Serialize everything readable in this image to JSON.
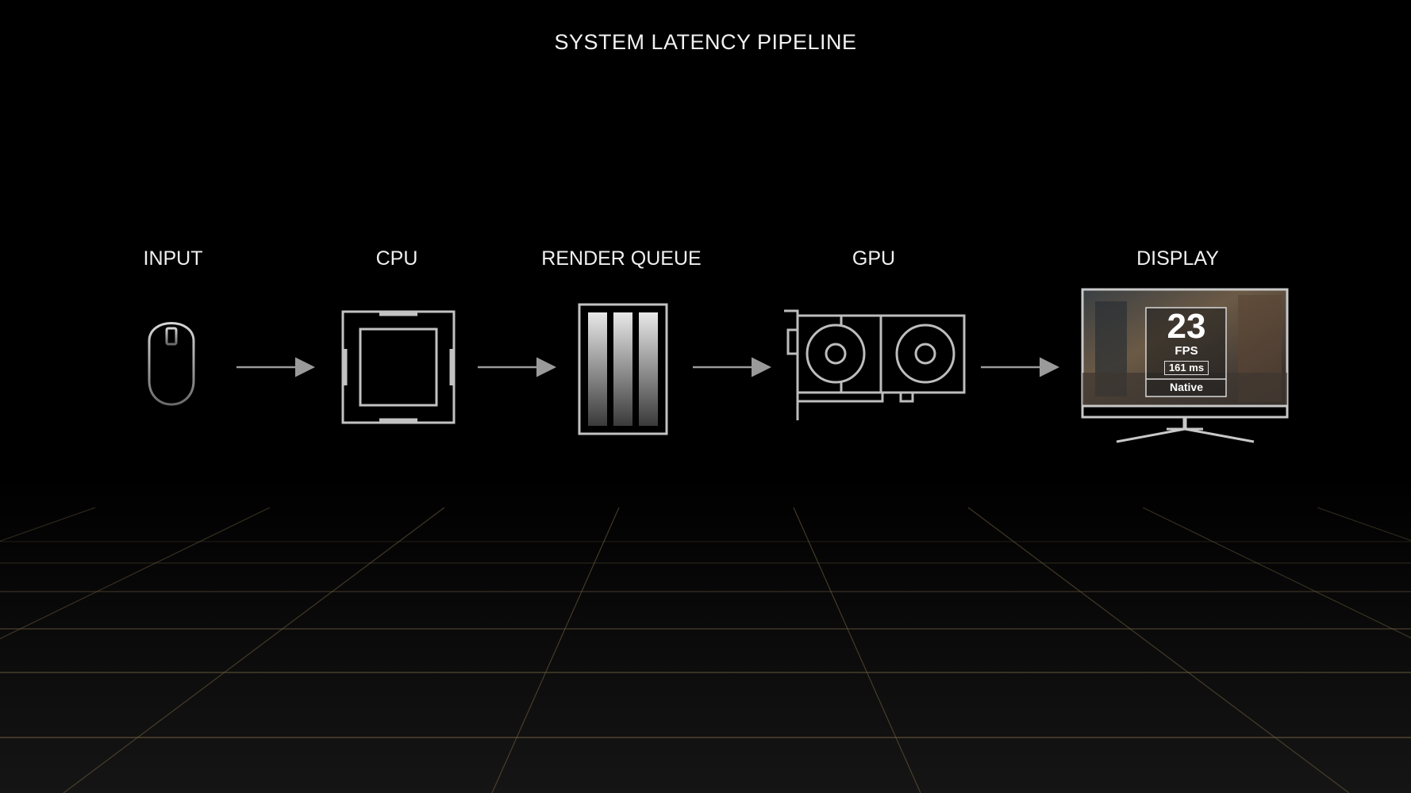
{
  "title": "SYSTEM LATENCY PIPELINE",
  "stages": [
    {
      "label": "INPUT",
      "icon": "mouse-icon"
    },
    {
      "label": "CPU",
      "icon": "cpu-chip-icon"
    },
    {
      "label": "RENDER QUEUE",
      "icon": "render-queue-icon"
    },
    {
      "label": "GPU",
      "icon": "graphics-card-icon"
    },
    {
      "label": "DISPLAY",
      "icon": "monitor-icon"
    }
  ],
  "display_overlay": {
    "fps_value": "23",
    "fps_label": "FPS",
    "latency": "161 ms",
    "mode": "Native"
  },
  "colors": {
    "background": "#000000",
    "icon_stroke": "#c8c8c8",
    "grid_line": "#7a6a4a",
    "text": "#ffffff"
  }
}
